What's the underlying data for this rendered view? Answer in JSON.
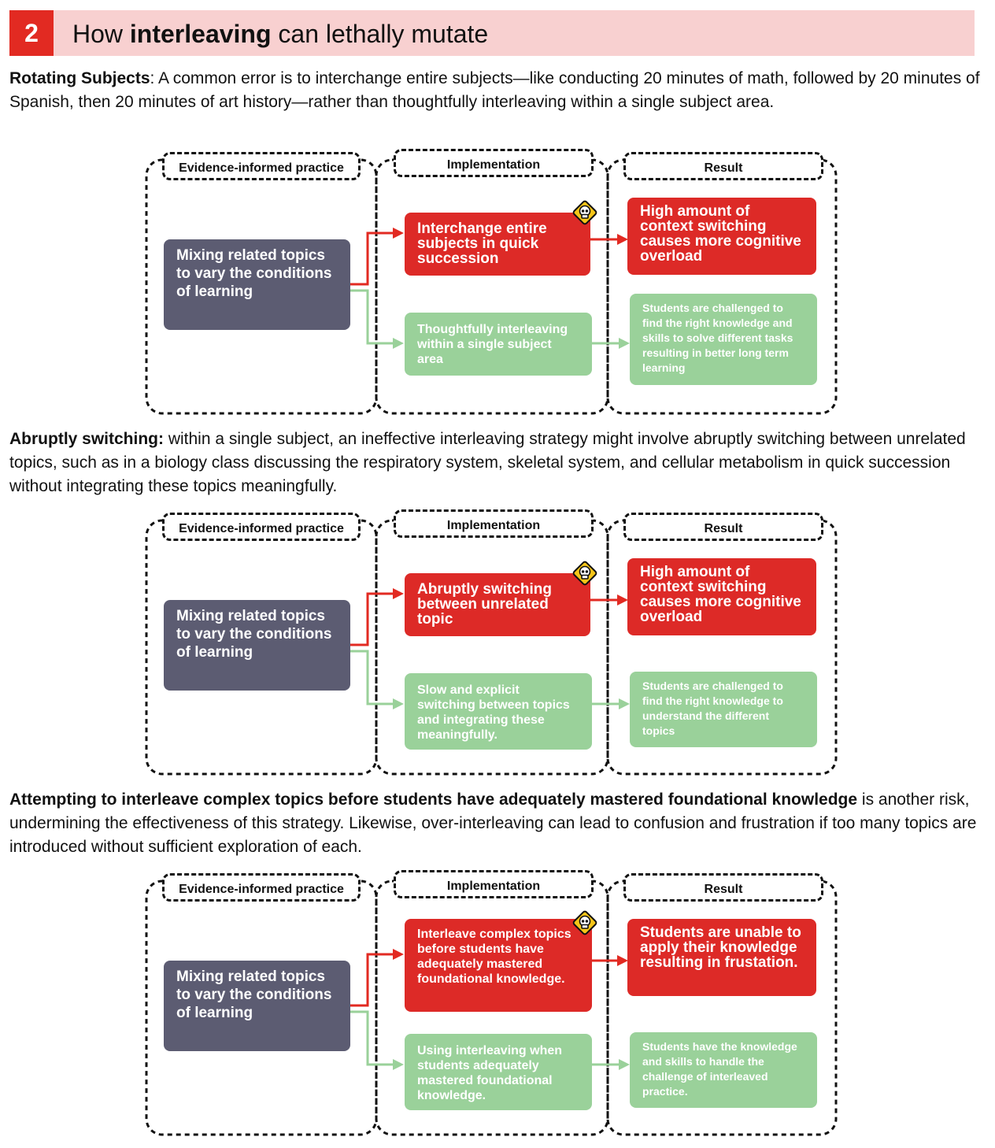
{
  "header": {
    "number": "2",
    "title_before": "How ",
    "title_bold": "interleaving",
    "title_after": " can lethally mutate"
  },
  "column_labels": {
    "practice": "Evidence-informed practice",
    "implementation": "Implementation",
    "result": "Result"
  },
  "colors": {
    "banner_bg": "#f8d0d0",
    "accent_red": "#e22a22",
    "practice_box": "#5c5c72",
    "bad_box": "#dd2a27",
    "good_box": "#9ad19a",
    "hazard": "#f5c518"
  },
  "sections": [
    {
      "intro_bold": "Rotating Subjects",
      "intro_text": ": A common error is to interchange entire subjects—like conducting 20 minutes of math, followed by 20 minutes of Spanish, then 20 minutes of art history—rather than thoughtfully interleaving within a single subject area.",
      "practice": "Mixing related topics to vary the conditions of learning",
      "bad_implementation": "Interchange entire subjects in quick succession",
      "bad_result": "High amount of context switching causes more cognitive overload",
      "good_implementation": "Thoughtfully interleaving within a single subject area",
      "good_result": "Students are challenged to find the right knowledge and skills to solve different tasks resulting in better long term learning",
      "hazard_icon": "skull-warning-icon"
    },
    {
      "intro_bold": "Abruptly switching:",
      "intro_text": " within a single subject, an ineffective interleaving strategy might involve abruptly switching between unrelated topics, such as in a biology class discussing the respiratory system, skeletal system, and cellular metabolism in quick succession without integrating these topics meaningfully.",
      "practice": "Mixing related topics to vary the conditions of learning",
      "bad_implementation": "Abruptly switching between unrelated topic",
      "bad_result": "High amount of context switching causes more cognitive overload",
      "good_implementation": "Slow and explicit switching between topics and integrating these meaningfully.",
      "good_result": "Students are challenged to find the right knowledge to understand the different topics",
      "hazard_icon": "skull-warning-icon"
    },
    {
      "intro_bold": "Attempting to interleave complex topics before students have adequately mastered foundational knowledge",
      "intro_text": " is another risk, undermining the effectiveness of this strategy. Likewise, over-interleaving can lead to confusion and frustration if too many topics are introduced without sufficient exploration of each.",
      "practice": "Mixing related topics to vary the conditions of learning",
      "bad_implementation": "Interleave complex topics before students have adequately mastered foundational knowledge.",
      "bad_result": "Students are unable to apply their knowledge resulting in frustation.",
      "good_implementation": "Using interleaving when students adequately mastered foundational knowledge.",
      "good_result": "Students have the knowledge and skills to handle the challenge of interleaved practice.",
      "hazard_icon": "skull-warning-icon"
    }
  ]
}
